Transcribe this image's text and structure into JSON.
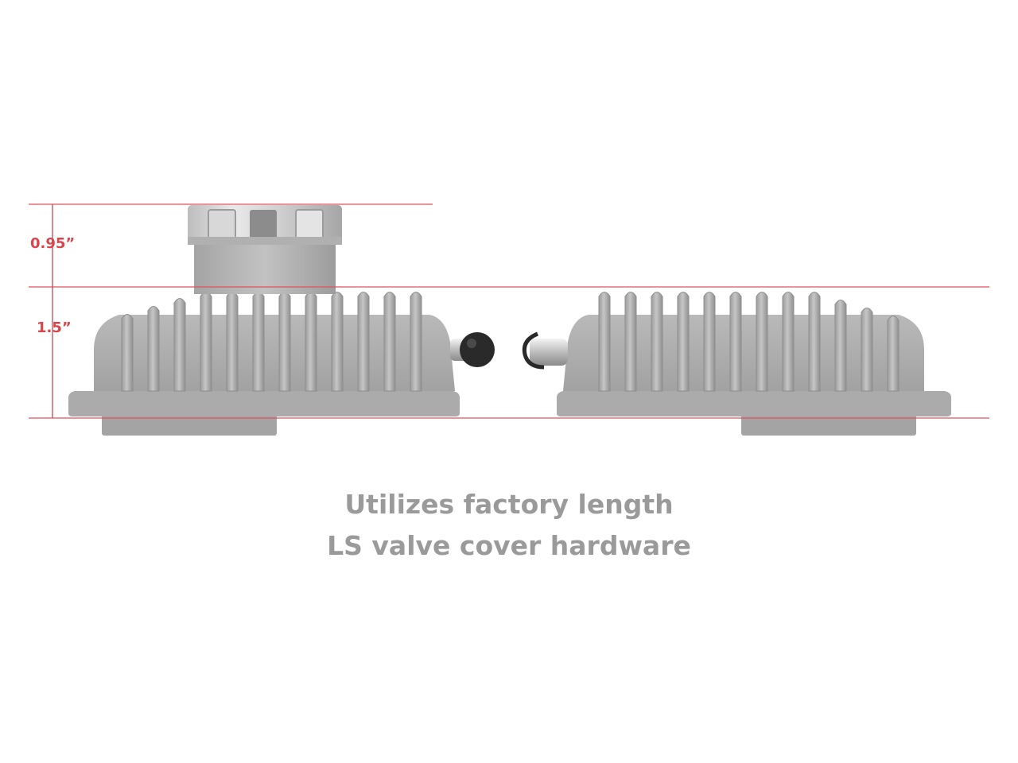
{
  "dimensions": {
    "upper": "0.95”",
    "lower": "1.5”"
  },
  "caption": {
    "line1": "Utilizes factory length",
    "line2": "LS valve cover hardware"
  },
  "colors": {
    "dimension": "#d9454b",
    "cover": "#a9a9a9",
    "caption": "#9a9a9a"
  }
}
